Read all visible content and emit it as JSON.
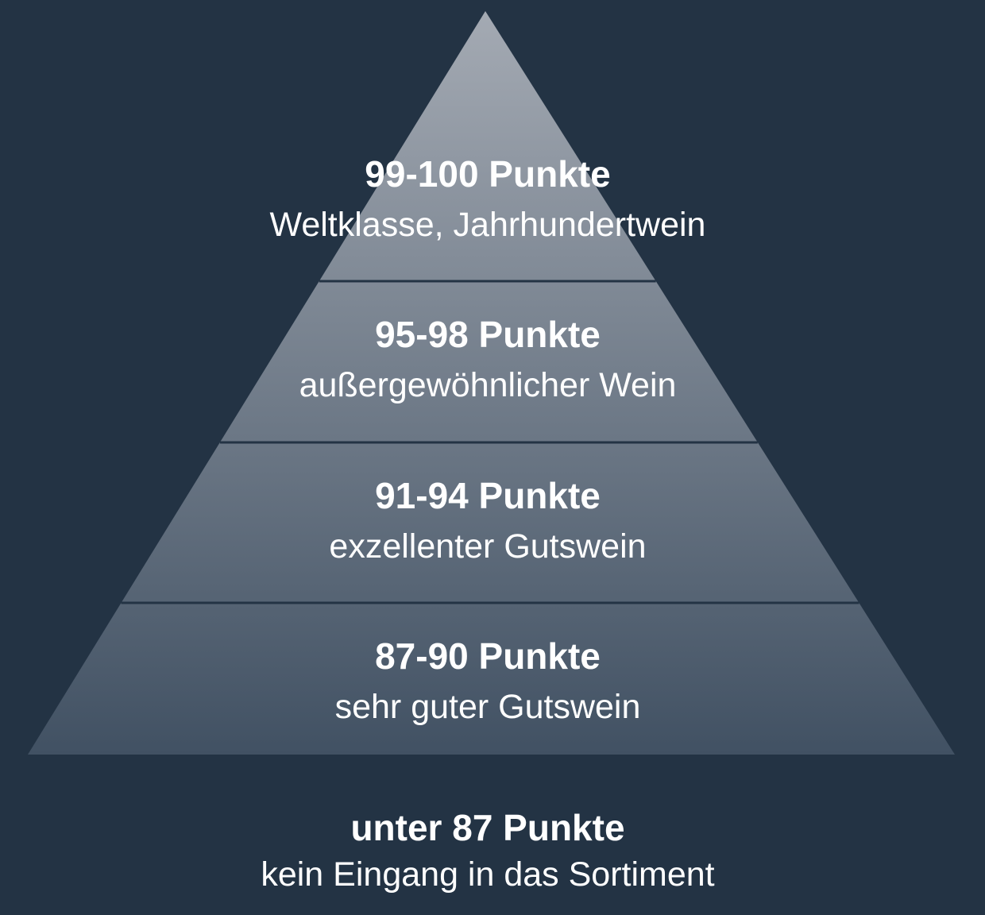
{
  "colors": {
    "background": "#233344",
    "pyramid_top": "#a4aab3",
    "pyramid_bottom": "#415163",
    "divider": "#233344",
    "text": "#ffffff"
  },
  "pyramid": {
    "levels": [
      {
        "title": "99-100 Punkte",
        "subtitle": "Weltklasse, Jahrhundertwein"
      },
      {
        "title": "95-98 Punkte",
        "subtitle": "außergewöhnlicher Wein"
      },
      {
        "title": "91-94 Punkte",
        "subtitle": "exzellenter Gutswein"
      },
      {
        "title": "87-90 Punkte",
        "subtitle": "sehr guter Gutswein"
      }
    ]
  },
  "base": {
    "title": "unter 87 Punkte",
    "subtitle": "kein Eingang in das Sortiment"
  }
}
